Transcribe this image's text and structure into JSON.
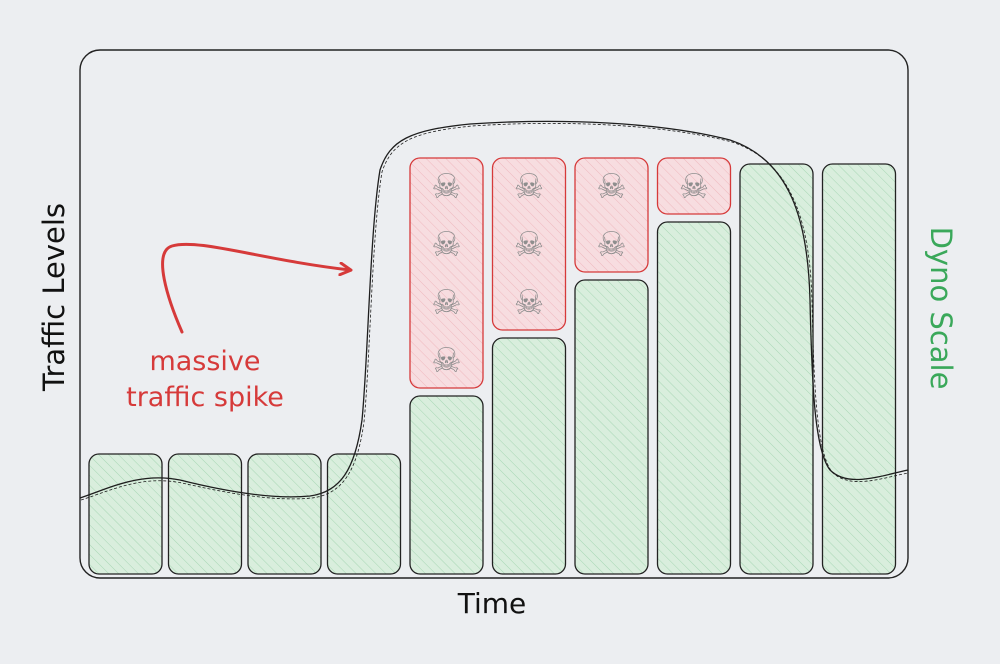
{
  "labels": {
    "y_axis": "Traffic Levels",
    "x_axis": "Time",
    "right_axis": "Dyno Scale",
    "annotation_line1": "massive",
    "annotation_line2": "traffic spike"
  },
  "colors": {
    "background": "#eceef1",
    "frame_stroke": "#222222",
    "bar_fill": "#d9eedd",
    "bar_stroke": "#222222",
    "hatch": "#9fd0ad",
    "overflow_fill": "#f4d8dc",
    "overflow_stroke": "#d63a3a",
    "annotation": "#d63a3a",
    "right_label": "#3aa85a",
    "skull_icon": "skull-and-crossbones-icon"
  },
  "dyno_scale": [
    1,
    1,
    1,
    1,
    2,
    3,
    4,
    5,
    6,
    6
  ],
  "failed_requests": [
    0,
    0,
    0,
    0,
    4,
    3,
    2,
    1,
    0,
    0
  ]
}
